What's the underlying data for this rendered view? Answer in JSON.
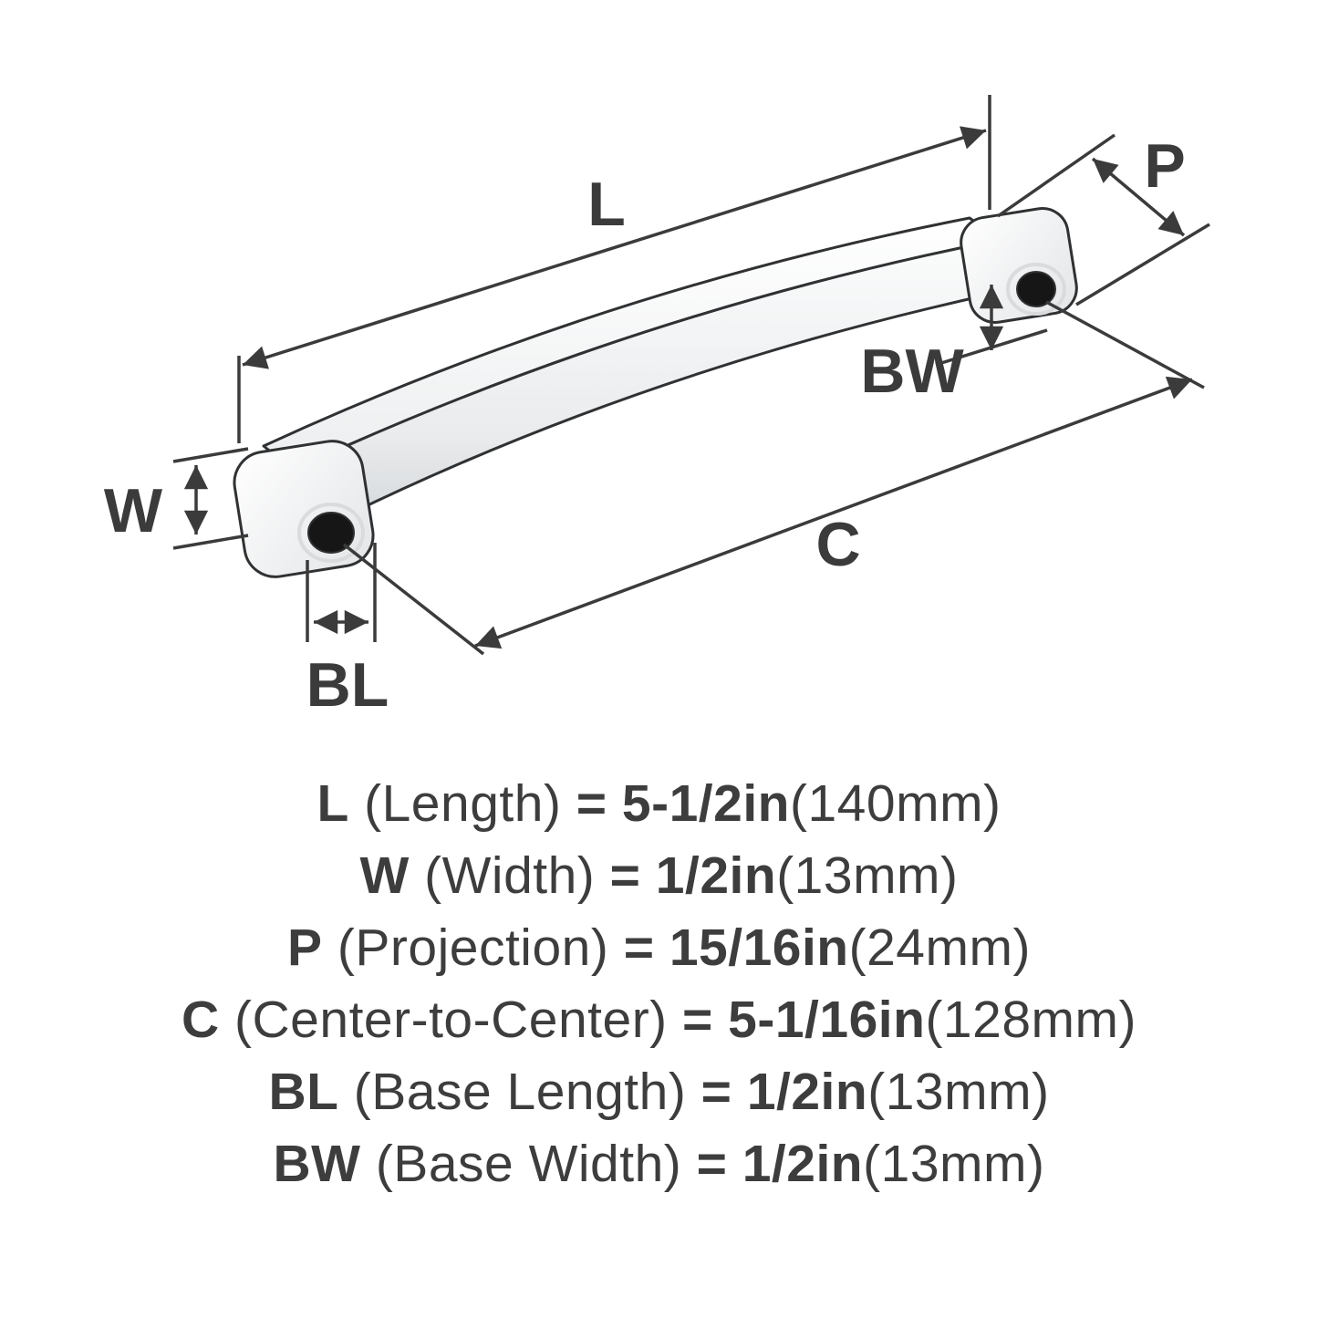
{
  "diagram": {
    "labels": {
      "L": "L",
      "P": "P",
      "BW": "BW",
      "W": "W",
      "C": "C",
      "BL": "BL"
    },
    "stroke_color": "#3b3b3b",
    "outline_color": "#2f3133",
    "hole_color": "#161616",
    "handle_fill": "#ffffff"
  },
  "specs": {
    "rows": [
      {
        "code": "L",
        "name": "(Length)",
        "eq": "=",
        "value": "5-1/2in",
        "metric": "(140mm)"
      },
      {
        "code": "W",
        "name": "(Width)",
        "eq": "=",
        "value": "1/2in",
        "metric": "(13mm)"
      },
      {
        "code": "P",
        "name": "(Projection)",
        "eq": "=",
        "value": "15/16in",
        "metric": "(24mm)"
      },
      {
        "code": "C",
        "name": "(Center-to-Center)",
        "eq": "=",
        "value": "5-1/16in",
        "metric": "(128mm)"
      },
      {
        "code": "BL",
        "name": "(Base Length)",
        "eq": "=",
        "value": "1/2in",
        "metric": "(13mm)"
      },
      {
        "code": "BW",
        "name": "(Base Width)",
        "eq": "=",
        "value": "1/2in",
        "metric": "(13mm)"
      }
    ]
  }
}
